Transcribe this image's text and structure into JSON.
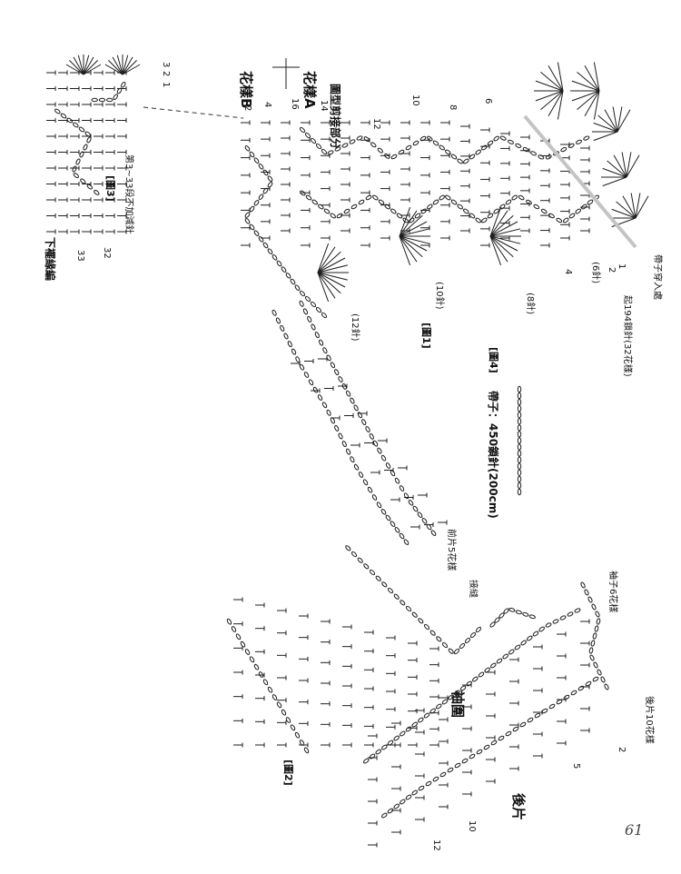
{
  "page_number": "61",
  "diagram1": {
    "label": "[圖1]",
    "pattern_a": "花樣A",
    "pattern_b": "花樣B",
    "repeat_note": "圖型剪接部分",
    "start_note": "起194鎖針(32花樣)",
    "ribbon_note": "帶子穿入處",
    "rows": [
      "2",
      "4",
      "6",
      "8",
      "10",
      "12",
      "14",
      "16"
    ],
    "counts": [
      "(12針)",
      "(10針)",
      "(8針)",
      "(6針)"
    ],
    "row_markers": [
      "1",
      "2",
      "4"
    ]
  },
  "diagram2": {
    "label": "[圖2]",
    "sleeve": "袖圍",
    "back": "後片",
    "front_pattern": "前片5花樣",
    "back_pattern": "後片10花樣",
    "join": "接縫",
    "side_pattern": "袖子6花樣",
    "rows": [
      "2",
      "5",
      "10",
      "12"
    ]
  },
  "diagram3": {
    "label": "[圖3]",
    "hem": "下襬緣編",
    "note": "第3~33段不加減針",
    "rows": [
      "1",
      "2",
      "3",
      "32",
      "33"
    ]
  },
  "diagram4": {
    "label": "[圖4]",
    "title": "帶子：450鎖針(200cm)"
  }
}
